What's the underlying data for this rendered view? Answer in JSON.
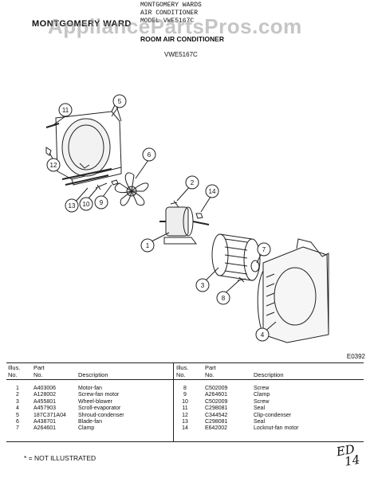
{
  "header": {
    "brand": "MONTGOMERY WARD",
    "stamp_lines": [
      "MONTGOMERY WARDS",
      "AIR CONDITIONER",
      "MODEL VWE5167C"
    ],
    "title": "ROOM AIR CONDITIONER",
    "model": "VWE5167C",
    "watermark": "AppliancePartsPros.com"
  },
  "diagram": {
    "code": "E0392",
    "callouts": [
      "1",
      "2",
      "3",
      "4",
      "5",
      "6",
      "7",
      "8",
      "9",
      "10",
      "11",
      "12",
      "13",
      "14"
    ]
  },
  "table": {
    "headers": {
      "illus": "Illus.",
      "no": "No.",
      "part": "Part",
      "description": "Description"
    },
    "left_rows": [
      {
        "illus": "1",
        "part": "A403006",
        "desc": "Motor-fan"
      },
      {
        "illus": "2",
        "part": "A128002",
        "desc": "Screw-fan motor"
      },
      {
        "illus": "3",
        "part": "A455801",
        "desc": "Wheel-blower"
      },
      {
        "illus": "4",
        "part": "A457903",
        "desc": "Scroll-evaporator"
      },
      {
        "illus": "5",
        "part": "187C371A04",
        "desc": "Shroud-condenser"
      },
      {
        "illus": "6",
        "part": "A438701",
        "desc": "Blade-fan"
      },
      {
        "illus": "7",
        "part": "A264601",
        "desc": "Clamp"
      }
    ],
    "right_rows": [
      {
        "illus": "8",
        "part": "C502009",
        "desc": "Screw"
      },
      {
        "illus": "9",
        "part": "A264601",
        "desc": "Clamp"
      },
      {
        "illus": "10",
        "part": "C502009",
        "desc": "Screw"
      },
      {
        "illus": "11",
        "part": "C298081",
        "desc": "Seal"
      },
      {
        "illus": "12",
        "part": "C344542",
        "desc": "Clip-condenser"
      },
      {
        "illus": "13",
        "part": "C298081",
        "desc": "Seal"
      },
      {
        "illus": "14",
        "part": "E642002",
        "desc": "Locknut-fan motor"
      }
    ]
  },
  "footnote": "* = NOT ILLUSTRATED",
  "handwriting": [
    "ED",
    "14"
  ]
}
